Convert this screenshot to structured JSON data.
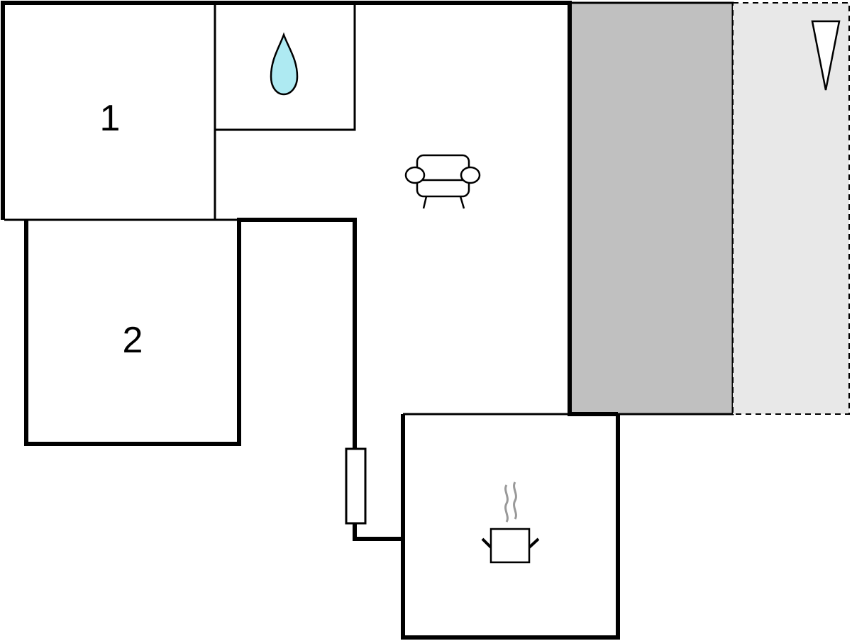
{
  "rooms": [
    {
      "name": "bedroom-1",
      "label": "1"
    },
    {
      "name": "bedroom-2",
      "label": "2"
    },
    {
      "name": "bathroom",
      "icon": "water-drop-icon"
    },
    {
      "name": "living-room",
      "icon": "armchair-icon"
    },
    {
      "name": "kitchen",
      "icon": "cooking-pot-icon"
    },
    {
      "name": "terrace",
      "icon": "north-arrow-icon"
    }
  ],
  "colors": {
    "wall": "#000000",
    "background": "#ffffff",
    "terrace_covered": "#c0c0c0",
    "terrace_open": "#e8e8e8",
    "water": "#aeeaf2",
    "steam": "#999999"
  }
}
